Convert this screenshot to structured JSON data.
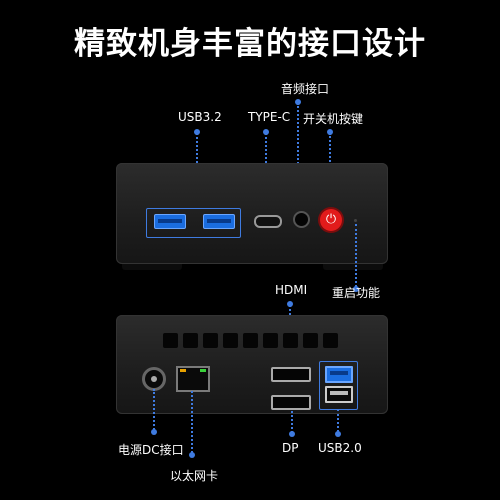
{
  "title": "精致机身丰富的接口设计",
  "front_labels": {
    "usb32": "USB3.2",
    "typec": "TYPE-C",
    "audio": "音频接口",
    "power": "开关机按键",
    "reset": "重启功能"
  },
  "back_labels": {
    "hdmi": "HDMI",
    "dc": "电源DC接口",
    "ethernet": "以太网卡",
    "dp": "DP",
    "usb20": "USB2.0"
  },
  "colors": {
    "callout_line": "#3f7be0",
    "usb3_port": "#1a6de0",
    "power_button": "#e21b1b"
  },
  "icons": {
    "power": "⏻"
  }
}
